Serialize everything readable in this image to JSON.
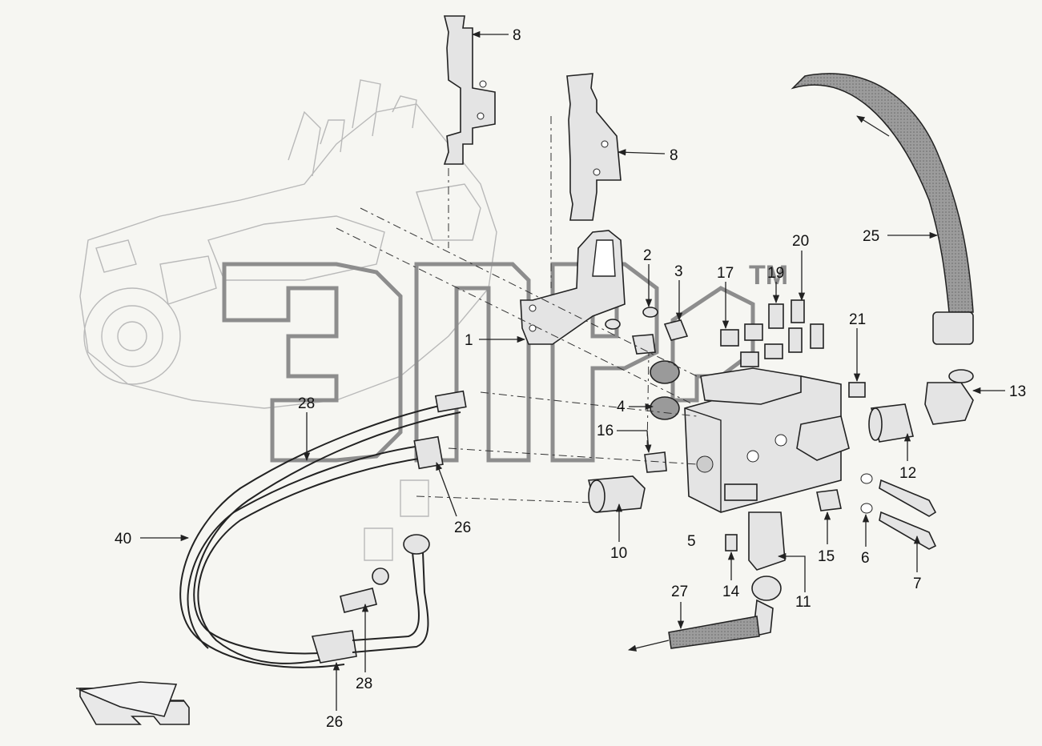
{
  "watermark": {
    "tm": "TM",
    "brand": "ЭПС"
  },
  "callouts": [
    {
      "id": "c8a",
      "text": "8"
    },
    {
      "id": "c8b",
      "text": "8"
    },
    {
      "id": "c25",
      "text": "25"
    },
    {
      "id": "c20",
      "text": "20"
    },
    {
      "id": "c2",
      "text": "2"
    },
    {
      "id": "c3",
      "text": "3"
    },
    {
      "id": "c17",
      "text": "17"
    },
    {
      "id": "c19",
      "text": "19"
    },
    {
      "id": "c21",
      "text": "21"
    },
    {
      "id": "c1",
      "text": "1"
    },
    {
      "id": "c13",
      "text": "13"
    },
    {
      "id": "c28a",
      "text": "28"
    },
    {
      "id": "c4",
      "text": "4"
    },
    {
      "id": "c16",
      "text": "16"
    },
    {
      "id": "c12",
      "text": "12"
    },
    {
      "id": "c26a",
      "text": "26"
    },
    {
      "id": "c40",
      "text": "40"
    },
    {
      "id": "c10",
      "text": "10"
    },
    {
      "id": "c5",
      "text": "5"
    },
    {
      "id": "c15",
      "text": "15"
    },
    {
      "id": "c6",
      "text": "6"
    },
    {
      "id": "c14",
      "text": "14"
    },
    {
      "id": "c11",
      "text": "11"
    },
    {
      "id": "c7",
      "text": "7"
    },
    {
      "id": "c27",
      "text": "27"
    },
    {
      "id": "c28b",
      "text": "28"
    },
    {
      "id": "c26b",
      "text": "26"
    }
  ]
}
